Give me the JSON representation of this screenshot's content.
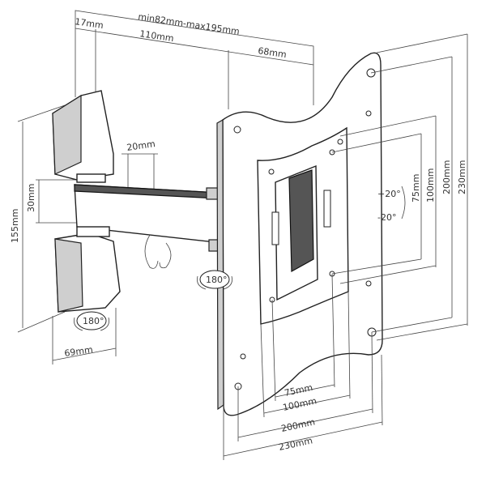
{
  "diagram": {
    "top_dims": {
      "range": "min82mm-max195mm",
      "wall_offset": "17mm",
      "arm_length": "110mm",
      "plate_offset": "68mm"
    },
    "left_dims": {
      "wall_plate_height": "155mm",
      "arm_height": "30mm",
      "arm_width": "20mm",
      "wall_plate_width": "69mm"
    },
    "rotation": {
      "wall_swivel": "180°",
      "arm_swivel": "180°",
      "tilt_up": "+20°",
      "tilt_down": "-20°"
    },
    "vesa_vertical": [
      "75mm",
      "100mm",
      "200mm",
      "230mm"
    ],
    "vesa_horizontal": [
      "75mm",
      "100mm",
      "200mm",
      "230mm"
    ]
  }
}
